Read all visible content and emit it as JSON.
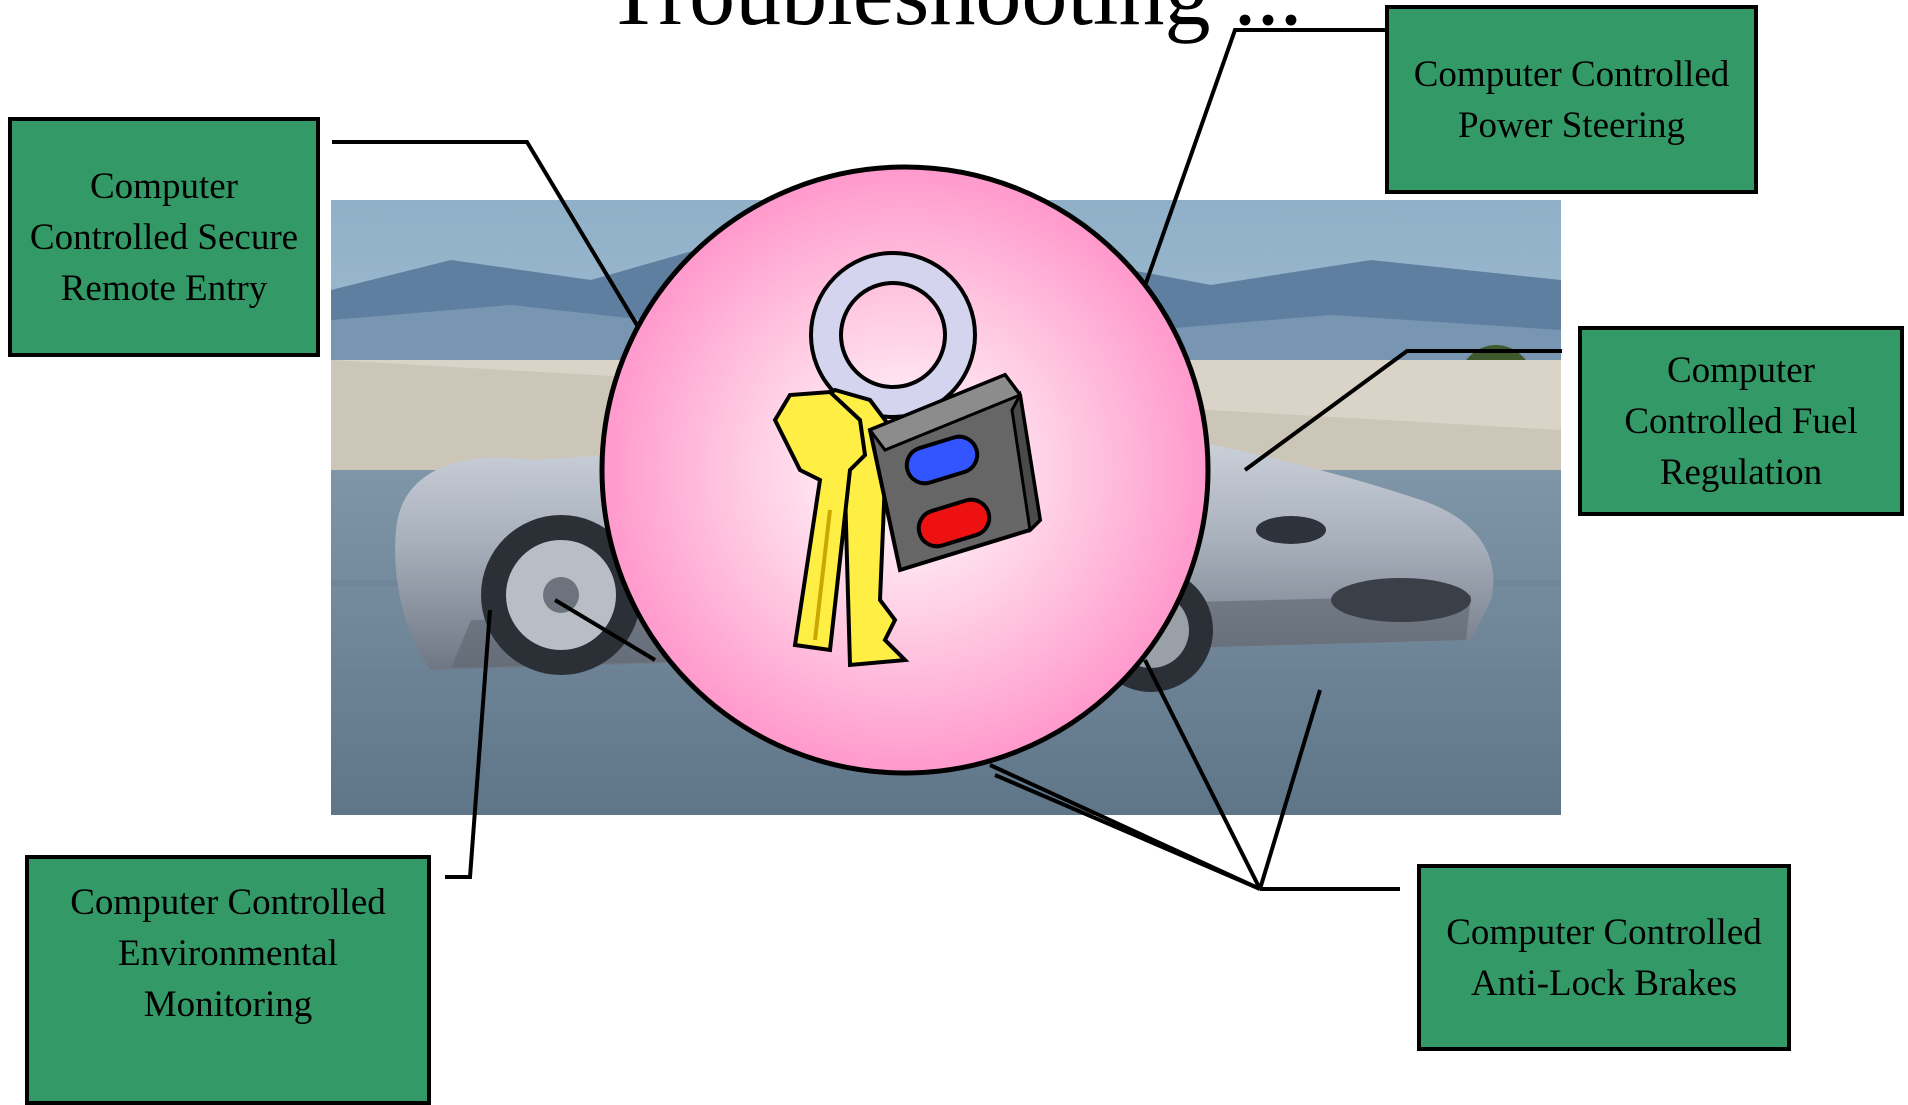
{
  "title": "Troubleshooting ...",
  "labels": {
    "remote_entry": "Computer Controlled Secure Remote Entry",
    "power_steering": "Computer Controlled Power Steering",
    "fuel_regulation": "Computer Controlled Fuel Regulation",
    "environmental": "Computer Controlled Environmental Monitoring",
    "anti_lock_brakes": "Computer Controlled Anti-Lock Brakes"
  },
  "icons": {
    "car_photo": "silver-sports-car",
    "center_symbol": "keys-with-remote-fob-icon"
  },
  "colors": {
    "box_fill": "#339966",
    "circle_pink": "#ff99cc",
    "button_blue": "#3355ff",
    "button_red": "#ee1111",
    "key_yellow": "#ffee44"
  }
}
